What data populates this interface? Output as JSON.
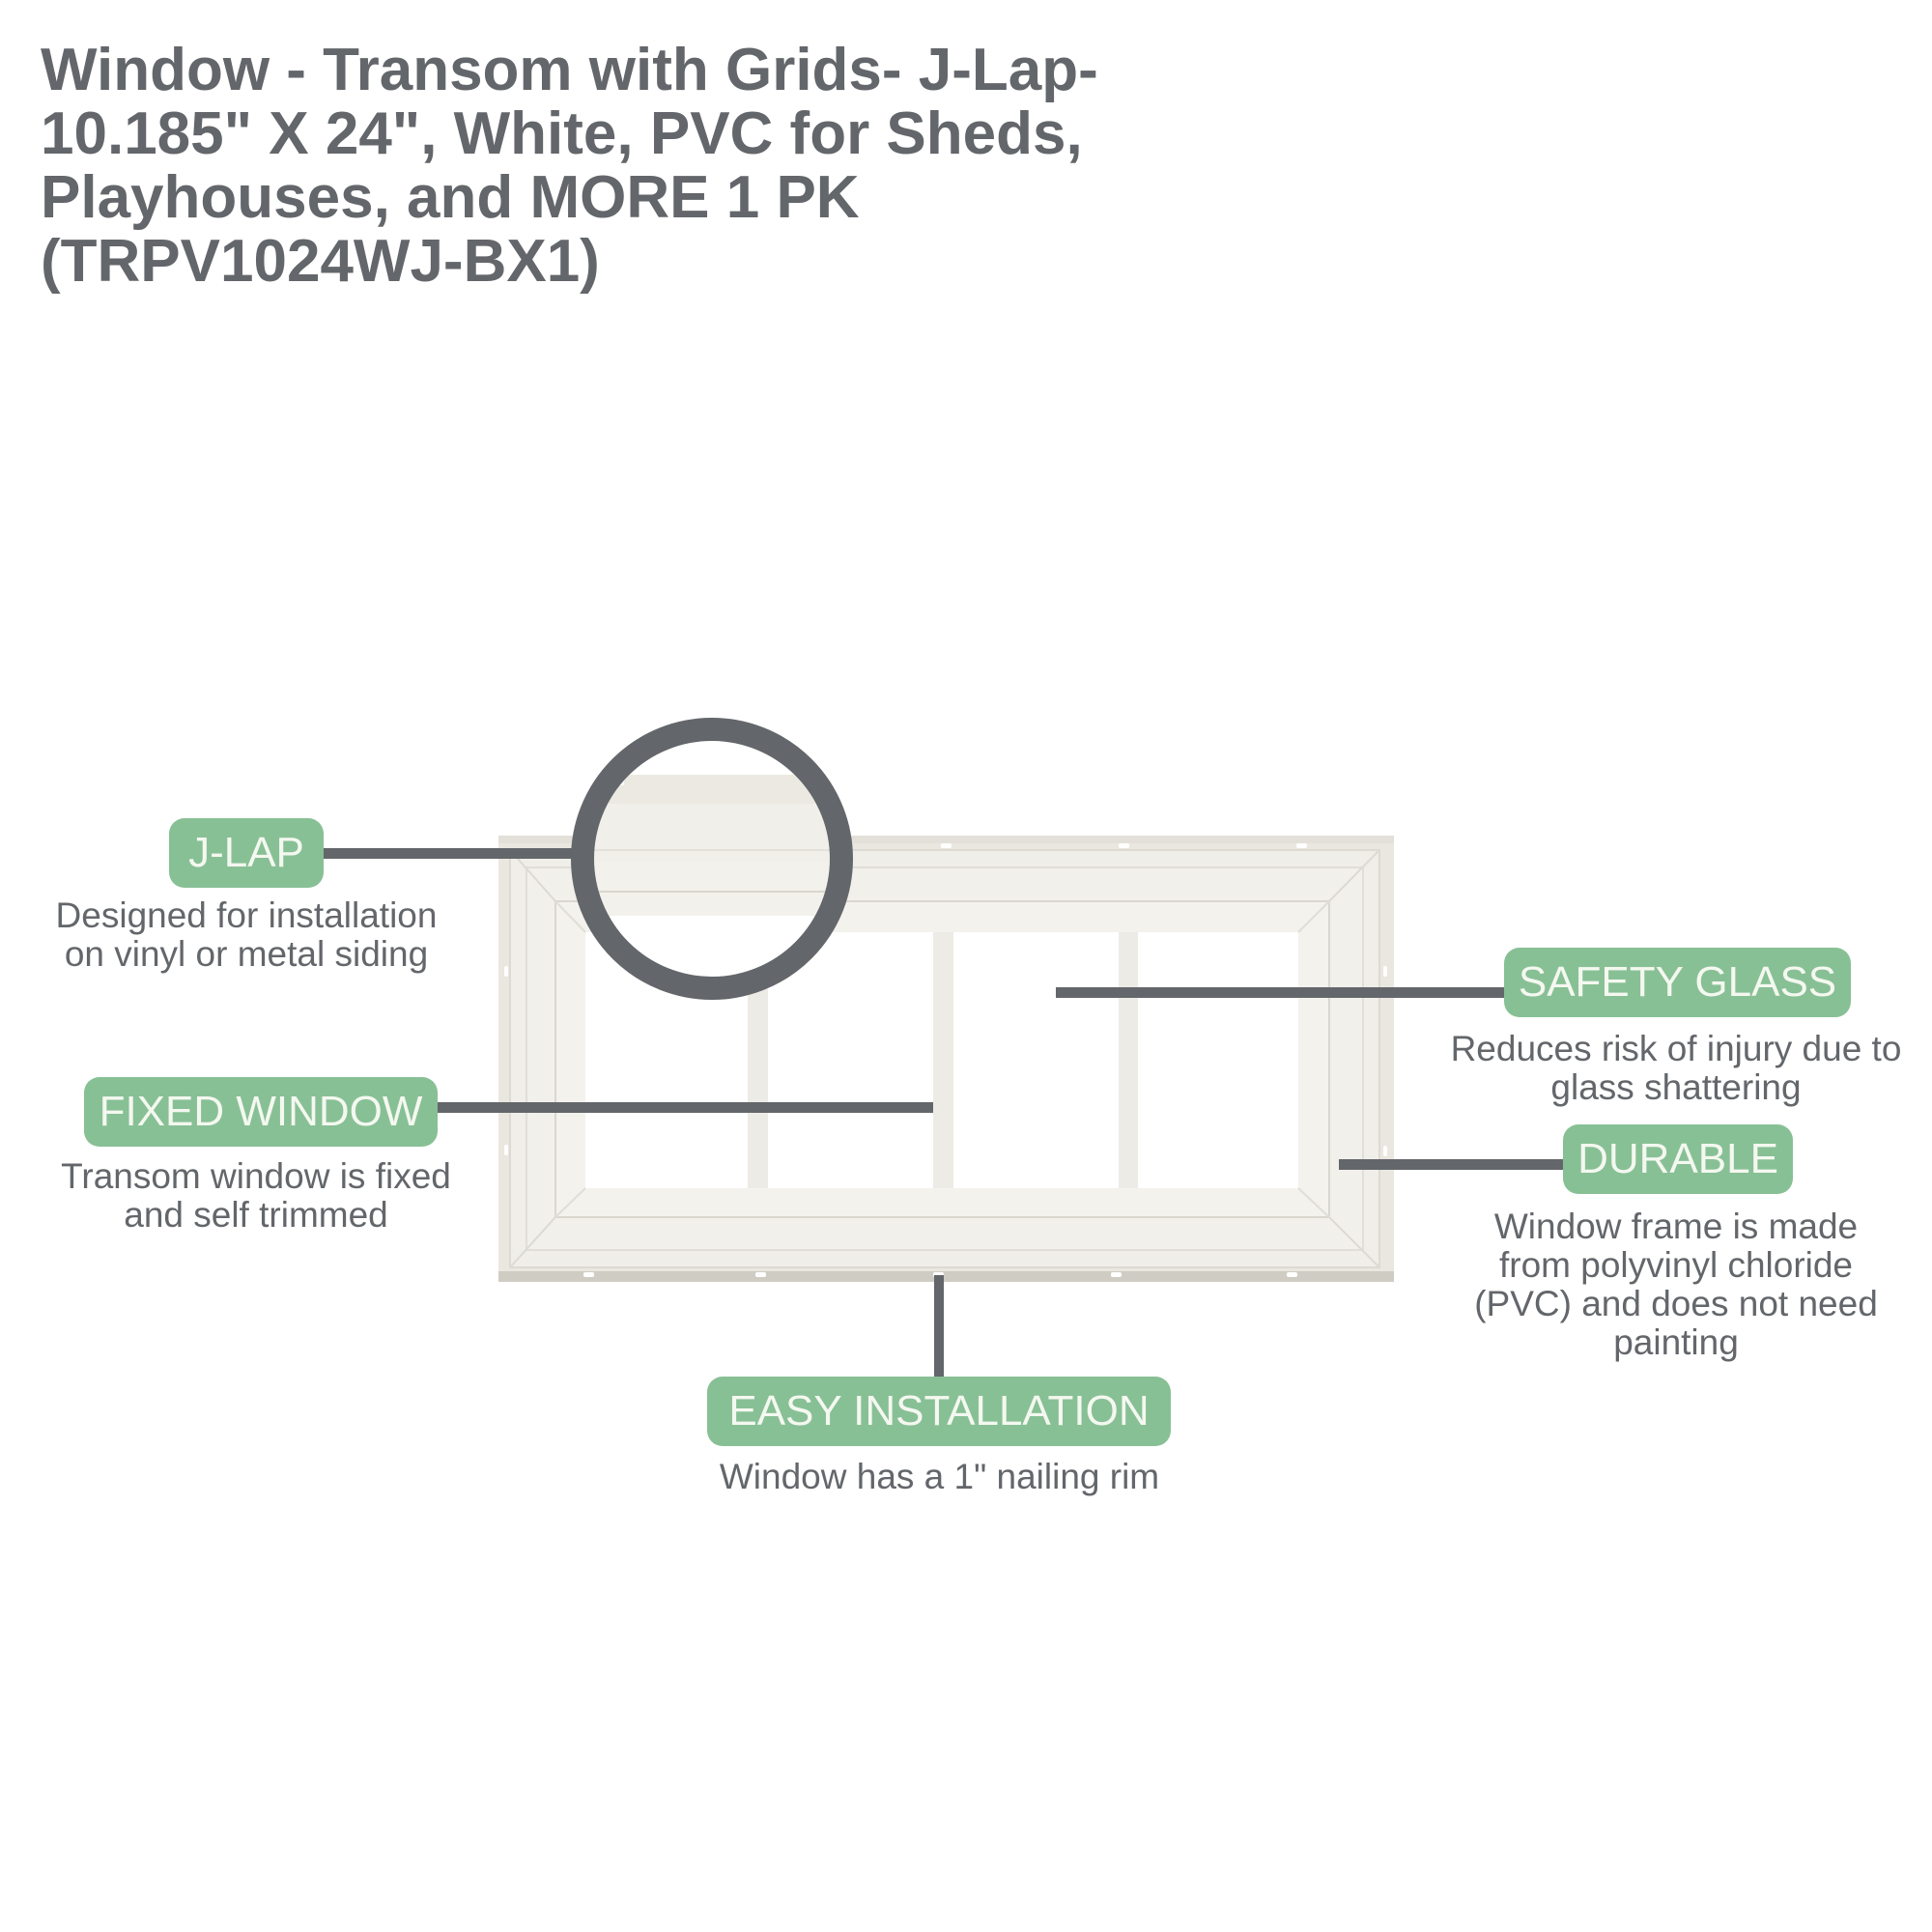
{
  "title": {
    "lines": [
      "Window - Transom with Grids- J-Lap-",
      "10.185\" X 24\", White, PVC for Sheds,",
      "Playhouses, and MORE 1 PK",
      "(TRPV1024WJ-BX1)"
    ]
  },
  "colors": {
    "badge_bg": "#88c095",
    "badge_text": "#f4f8f0",
    "text": "#63666a",
    "leader_line": "#63666a",
    "frame": "#ecebe4",
    "frame_shadow": "#cfcdc3",
    "glass": "#ffffff"
  },
  "callouts": {
    "jlap": {
      "label": "J-LAP",
      "description": [
        "Designed for installation",
        "on vinyl or metal siding"
      ]
    },
    "fixed_window": {
      "label": "FIXED WINDOW",
      "description": [
        "Transom window is fixed",
        "and self trimmed"
      ]
    },
    "safety_glass": {
      "label": "SAFETY GLASS",
      "description": [
        "Reduces risk of injury due to",
        "glass shattering"
      ]
    },
    "durable": {
      "label": "DURABLE",
      "description": [
        "Window frame is made",
        "from polyvinyl chloride",
        "(PVC) and does not need",
        "painting"
      ]
    },
    "easy_installation": {
      "label": "EASY INSTALLATION",
      "description": [
        "Window has a 1\" nailing rim"
      ]
    }
  },
  "product": {
    "grid_mullions": 3,
    "magnifier_icon": "magnify-circle"
  }
}
